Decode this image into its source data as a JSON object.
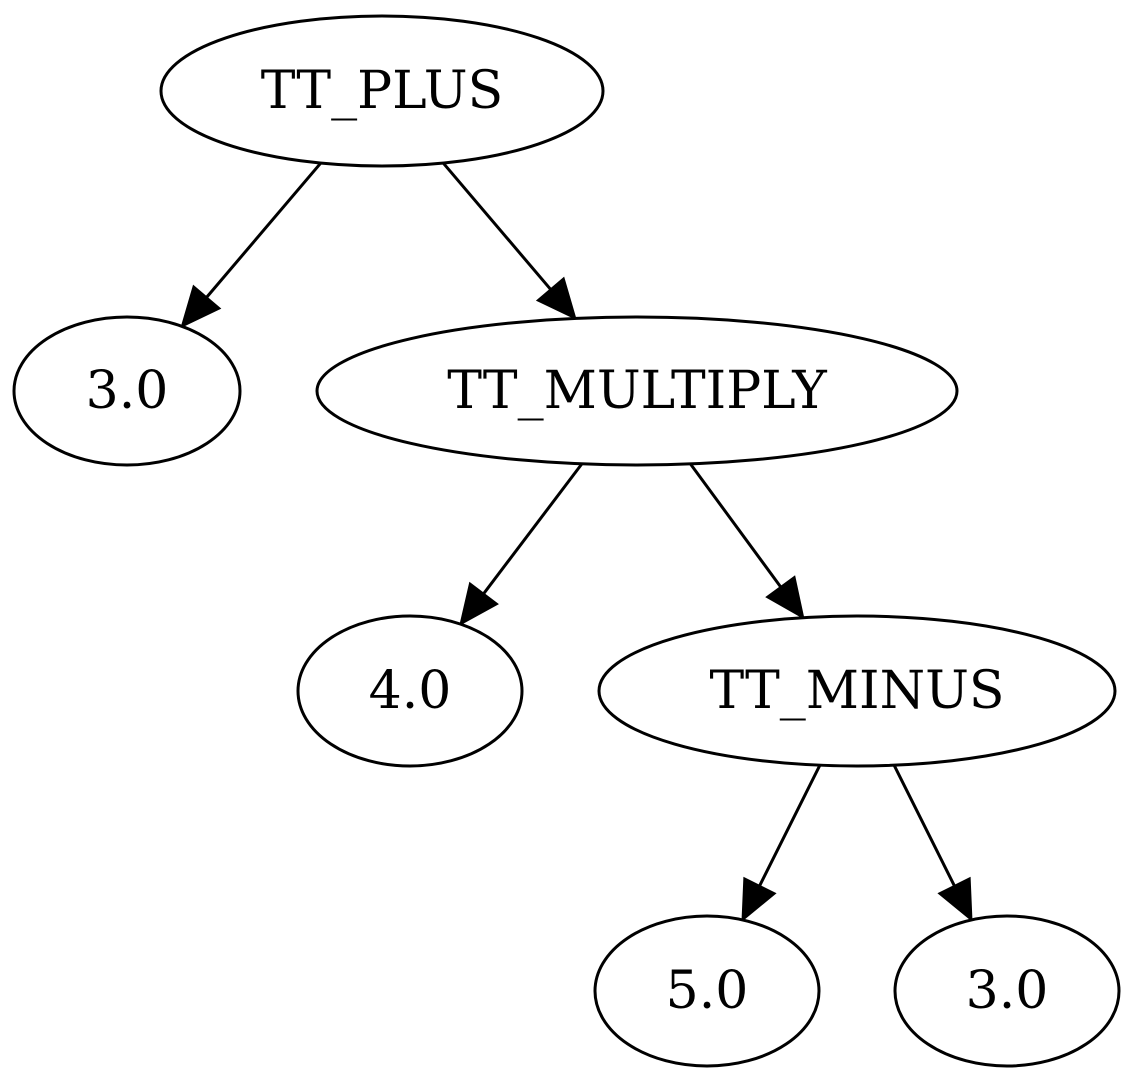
{
  "diagram": {
    "nodes": [
      {
        "id": "plus",
        "label": "TT_PLUS"
      },
      {
        "id": "n3a",
        "label": "3.0"
      },
      {
        "id": "mult",
        "label": "TT_MULTIPLY"
      },
      {
        "id": "n4",
        "label": "4.0"
      },
      {
        "id": "minus",
        "label": "TT_MINUS"
      },
      {
        "id": "n5",
        "label": "5.0"
      },
      {
        "id": "n3b",
        "label": "3.0"
      }
    ],
    "edges": [
      {
        "from": "plus",
        "to": "n3a"
      },
      {
        "from": "plus",
        "to": "mult"
      },
      {
        "from": "mult",
        "to": "n4"
      },
      {
        "from": "mult",
        "to": "minus"
      },
      {
        "from": "minus",
        "to": "n5"
      },
      {
        "from": "minus",
        "to": "n3b"
      }
    ],
    "colors": {
      "stroke": "#000000",
      "fill": "#ffffff"
    }
  }
}
